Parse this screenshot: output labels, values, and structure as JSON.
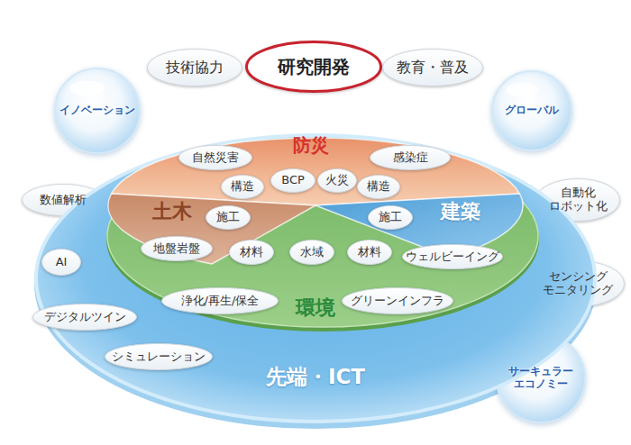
{
  "diagram": {
    "nodes": [
      {
        "text": [
          "技術協力"
        ]
      },
      {
        "text": [
          "研究開発"
        ]
      },
      {
        "text": [
          "教育・普及"
        ]
      },
      {
        "text": [
          "イノベーション"
        ]
      },
      {
        "text": [
          "グローバル"
        ]
      },
      {
        "text": [
          "数値解析"
        ]
      },
      {
        "text": [
          "自動化 ロボット化"
        ]
      },
      {
        "text": [
          "センシング モニタリング"
        ]
      },
      {
        "text": [
          "サーキュラー エコノミー"
        ]
      },
      {
        "text": [
          "先端・ICT"
        ]
      },
      {
        "text": [
          "AI"
        ],
        "in": 9
      },
      {
        "text": [
          "デジタルツイン"
        ],
        "in": 9
      },
      {
        "text": [
          "シミュレーション"
        ],
        "in": 9
      },
      {
        "text": [
          "環境"
        ],
        "in": 9
      },
      {
        "text": [
          "防災"
        ],
        "in": 13
      },
      {
        "text": [
          "自然災害"
        ],
        "in": 14
      },
      {
        "text": [
          "構造"
        ],
        "in": 14
      },
      {
        "text": [
          "BCP"
        ],
        "in": 14
      },
      {
        "text": [
          "火災"
        ],
        "in": 14
      },
      {
        "text": [
          "感染症"
        ],
        "in": 14
      },
      {
        "text": [
          "構造"
        ],
        "in": 14
      },
      {
        "text": [
          "土木"
        ],
        "in": 13
      },
      {
        "text": [
          "施工"
        ],
        "in": 21
      },
      {
        "text": [
          "地盤岩盤"
        ],
        "in": 21
      },
      {
        "text": [
          "建築"
        ],
        "in": 13
      },
      {
        "text": [
          "施工"
        ],
        "in": 24
      },
      {
        "text": [
          "ウェルビーイング"
        ],
        "in": 24
      },
      {
        "text": [
          "材料"
        ],
        "in": 13
      },
      {
        "text": [
          "水域"
        ],
        "in": 13
      },
      {
        "text": [
          "材料"
        ],
        "in": 13
      },
      {
        "text": [
          "浄化/再生/保全"
        ],
        "in": 13
      },
      {
        "text": [
          "グリーンインフラ"
        ],
        "in": 13
      }
    ]
  }
}
